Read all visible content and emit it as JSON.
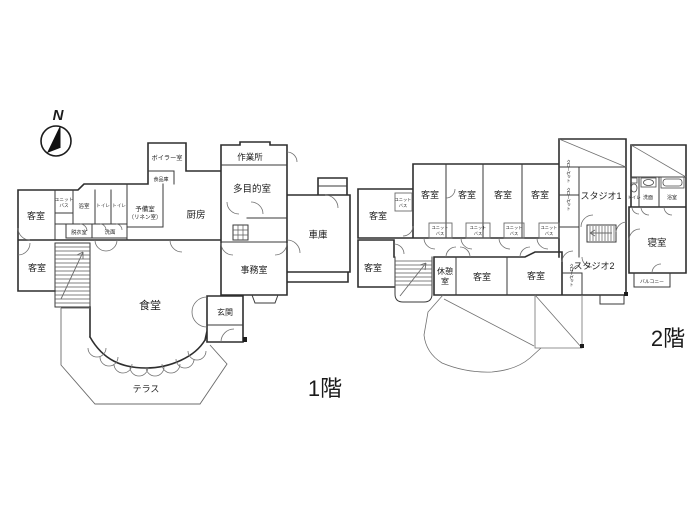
{
  "document": {
    "type": "architectural-floor-plan",
    "background_color": "#ffffff",
    "line_color": "#2e2e2e"
  },
  "compass": {
    "north": "N"
  },
  "floor1": {
    "title": "1階",
    "rooms": {
      "guest_nw": "客室",
      "guest_sw": "客室",
      "unit_bath_l1": "ユニット",
      "unit_bath_l2": "バス",
      "bathroom": "浴室",
      "toilet_a": "トイレ",
      "toilet_b": "トイレ",
      "dressing": "脱衣室",
      "wash": "洗面",
      "spare_l1": "予備室",
      "spare_l2": "（リネン室）",
      "boiler": "ボイラー室",
      "pantry": "食品庫",
      "kitchen": "厨房",
      "workshop": "作業所",
      "multi": "多目的室",
      "garage": "車庫",
      "office": "事務室",
      "dining": "食堂",
      "entrance": "玄関",
      "terrace": "テラス"
    }
  },
  "floor2": {
    "title": "2階",
    "rooms": {
      "guest": "客室",
      "unit_bath_l1": "ユニット",
      "unit_bath_l2": "バス",
      "rest_l1": "休憩",
      "rest_l2": "室",
      "studio1": "スタジオ1",
      "studio2": "スタジオ2",
      "closet": "クローゼット",
      "toilet": "トイレ",
      "wash": "洗面",
      "bathroom": "浴室",
      "bedroom": "寝室",
      "balcony": "バルコニー"
    }
  }
}
